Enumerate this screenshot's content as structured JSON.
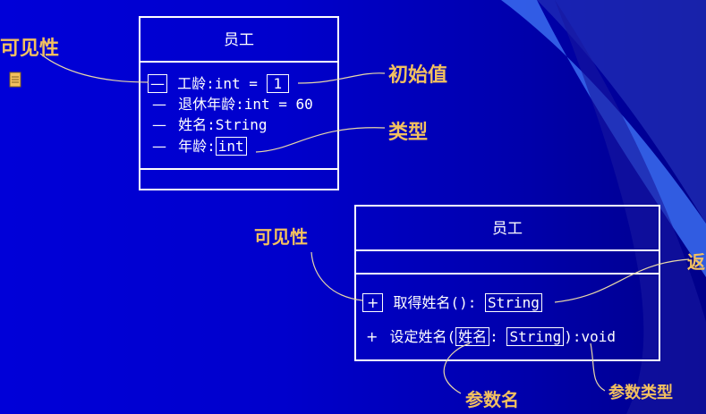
{
  "class1": {
    "title": "员工",
    "attributes": [
      {
        "vis": "—",
        "name": "工龄",
        "type": ":int",
        "default_eq": " = ",
        "default": "1"
      },
      {
        "vis": "—",
        "text": "退休年龄:int = 60"
      },
      {
        "vis": "—",
        "text": "姓名:String"
      },
      {
        "vis": "—",
        "name": "年龄",
        "sep": ":",
        "type": "int"
      }
    ]
  },
  "class2": {
    "title": "员工",
    "ops": [
      {
        "vis": "+",
        "name": "取得姓名",
        "paren": "()",
        "sep": ": ",
        "ret": "String"
      },
      {
        "vis": "+",
        "name": "设定姓名",
        "open": "(",
        "param": "姓名",
        "sep": ": ",
        "ptype": "String",
        "close": "):void"
      }
    ]
  },
  "notes": {
    "visibility1": "可见性",
    "initial": "初始值",
    "type": "类型",
    "visibility2": "可见性",
    "return_partial": "返",
    "param_name": "参数名",
    "param_type": "参数类型"
  },
  "colors": {
    "background": "#0000cc",
    "note": "#f2c060",
    "line": "#e8d8a8",
    "icon": "#f2c060"
  }
}
